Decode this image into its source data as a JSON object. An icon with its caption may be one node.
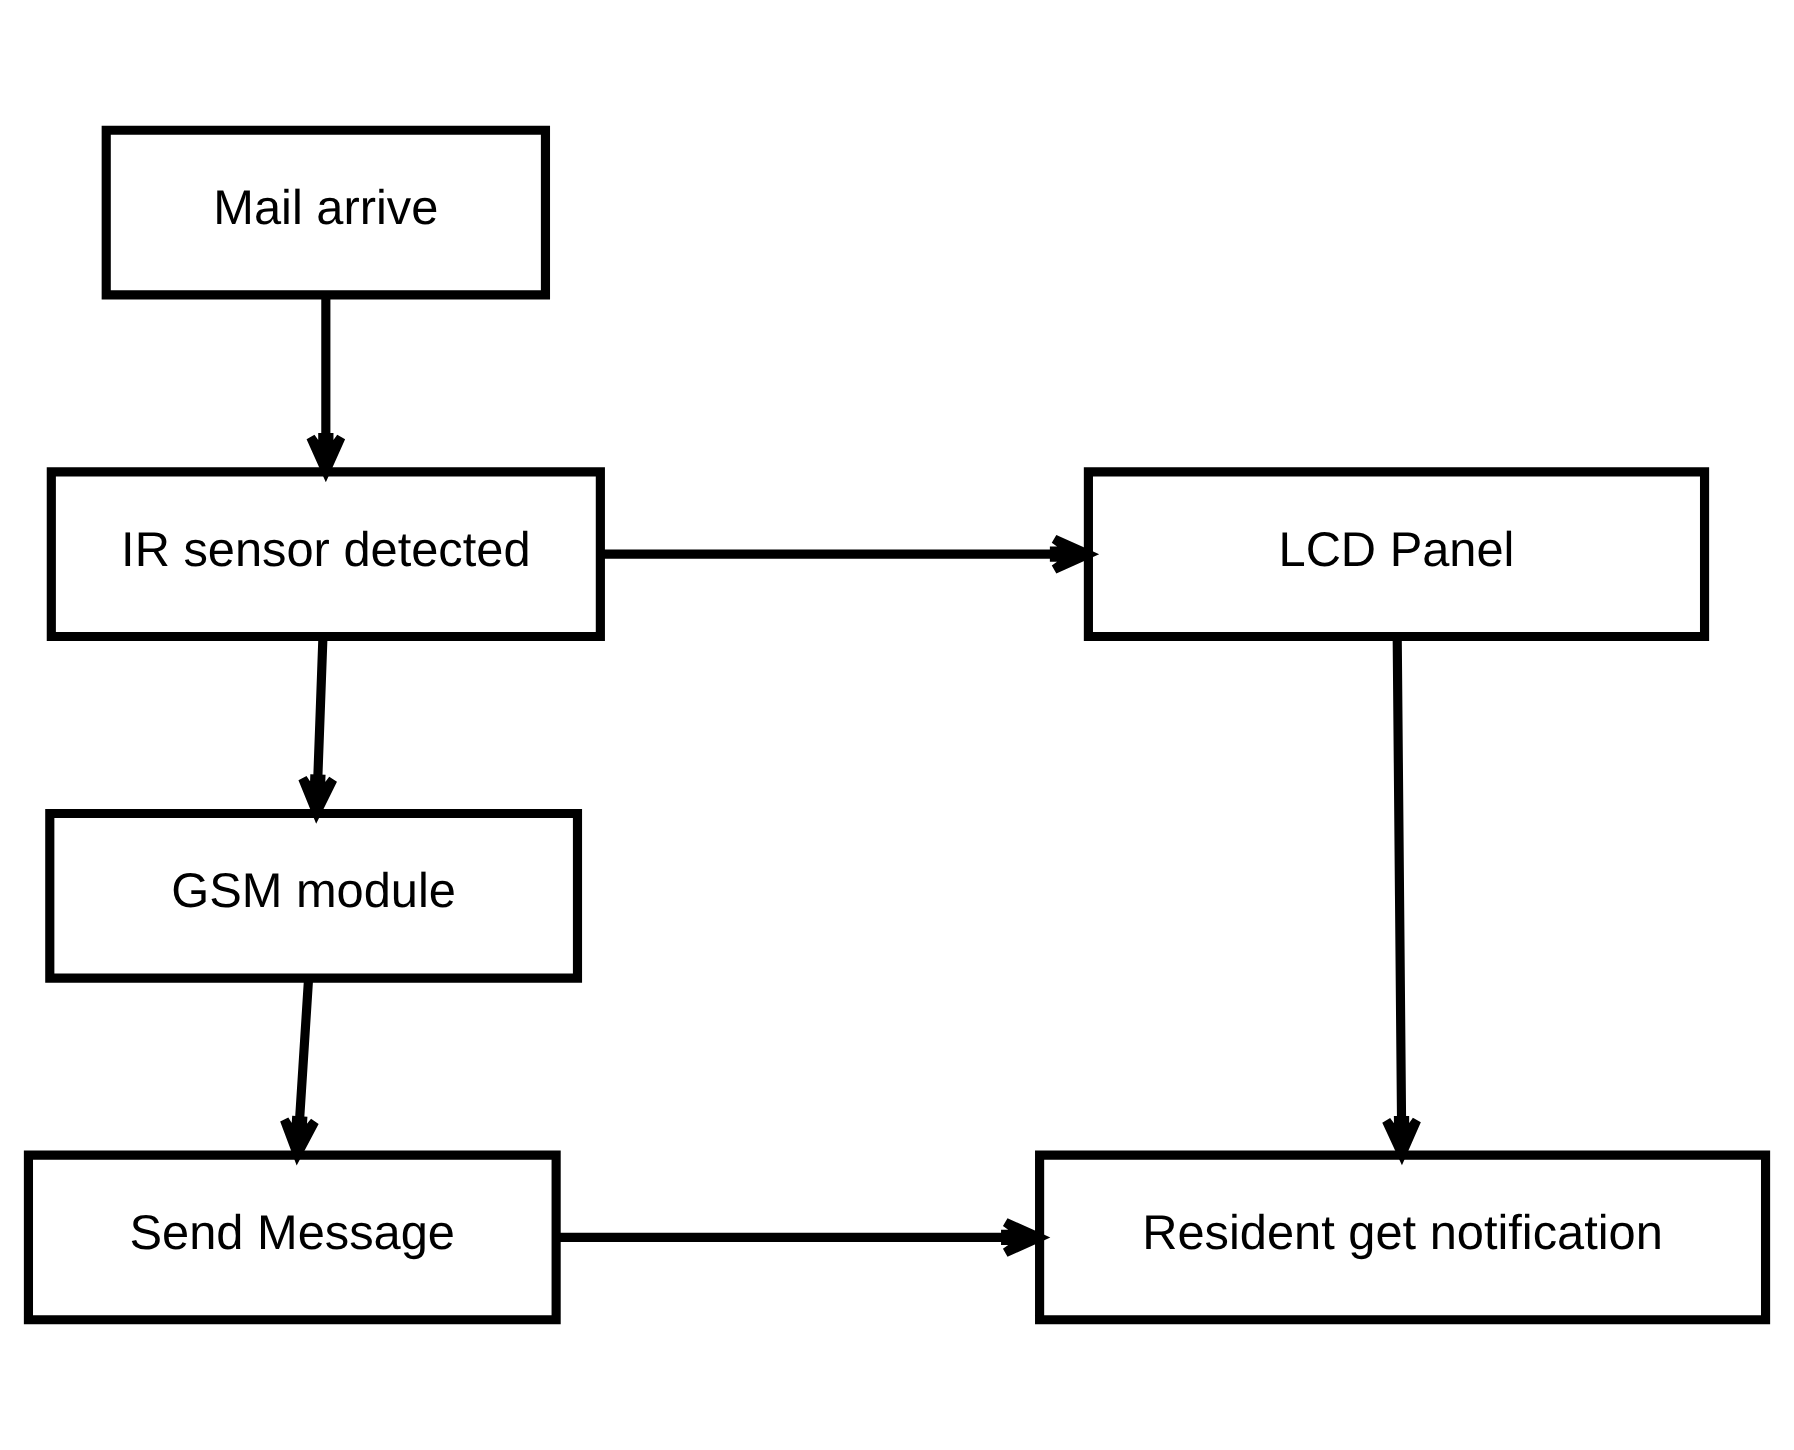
{
  "diagram": {
    "nodes": [
      {
        "text": [
          "Mail arrive"
        ]
      },
      {
        "text": [
          "IR sensor detected"
        ]
      },
      {
        "text": [
          "LCD Panel"
        ]
      },
      {
        "text": [
          "GSM module"
        ]
      },
      {
        "text": [
          "Send Message"
        ]
      },
      {
        "text": [
          "Resident get notification"
        ]
      }
    ],
    "edges": [
      {
        "from": 0,
        "to": 1,
        "arrow": "to"
      },
      {
        "from": 1,
        "to": 2,
        "arrow": "to"
      },
      {
        "from": 1,
        "to": 3,
        "arrow": "to"
      },
      {
        "from": 3,
        "to": 4,
        "arrow": "to"
      },
      {
        "from": 4,
        "to": 5,
        "arrow": "to"
      },
      {
        "from": 2,
        "to": 5,
        "arrow": "to"
      }
    ]
  }
}
